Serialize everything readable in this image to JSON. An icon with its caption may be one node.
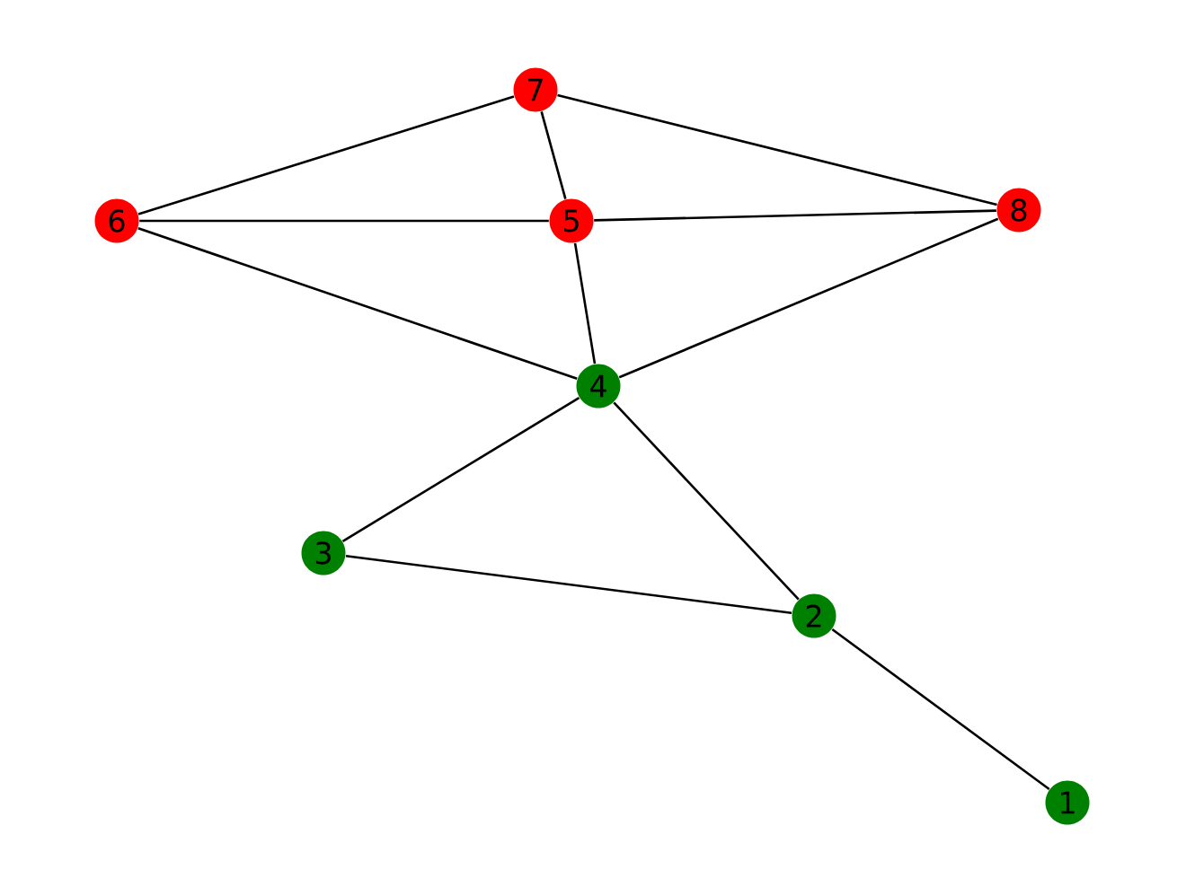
{
  "diagram": {
    "nodes": [
      {
        "text": [
          "7"
        ]
      },
      {
        "text": [
          "6"
        ]
      },
      {
        "text": [
          "5"
        ]
      },
      {
        "text": [
          "8"
        ]
      },
      {
        "text": [
          "4"
        ]
      },
      {
        "text": [
          "3"
        ]
      },
      {
        "text": [
          "2"
        ]
      },
      {
        "text": [
          "1"
        ]
      }
    ],
    "edges": [
      {
        "from": 0,
        "to": 1,
        "arrow": "none"
      },
      {
        "from": 0,
        "to": 2,
        "arrow": "none"
      },
      {
        "from": 0,
        "to": 3,
        "arrow": "none"
      },
      {
        "from": 1,
        "to": 2,
        "arrow": "none"
      },
      {
        "from": 2,
        "to": 3,
        "arrow": "none"
      },
      {
        "from": 1,
        "to": 4,
        "arrow": "none"
      },
      {
        "from": 2,
        "to": 4,
        "arrow": "none"
      },
      {
        "from": 3,
        "to": 4,
        "arrow": "none"
      },
      {
        "from": 4,
        "to": 5,
        "arrow": "none"
      },
      {
        "from": 4,
        "to": 6,
        "arrow": "none"
      },
      {
        "from": 5,
        "to": 6,
        "arrow": "none"
      },
      {
        "from": 6,
        "to": 7,
        "arrow": "none"
      }
    ]
  }
}
